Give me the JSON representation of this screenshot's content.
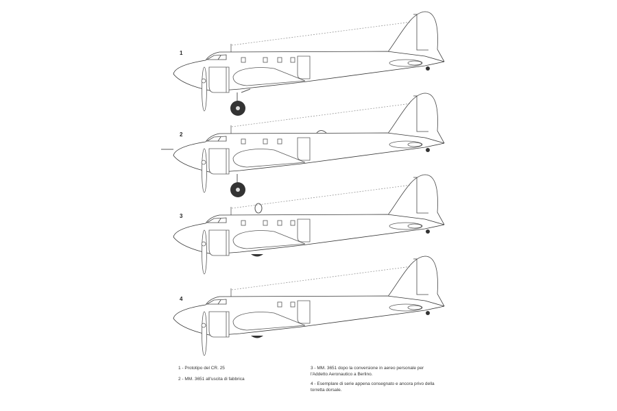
{
  "profiles": [
    {
      "number": "1",
      "caption": "1 - Prototipo del CR. 25",
      "gear": "down",
      "loop_antenna": false,
      "windows": 4
    },
    {
      "number": "2",
      "caption": "2 - MM. 3651 all'uscita di fabbrica",
      "gear": "down",
      "loop_antenna": false,
      "windows": 3
    },
    {
      "number": "3",
      "caption": "3 - MM. 3651 dopo la conversione in aereo personale per l'Addetto Aeronautico a Berlino.",
      "gear": "up",
      "loop_antenna": true,
      "windows": 4
    },
    {
      "number": "4",
      "caption": "4 - Esemplare di serie appena consegnato e ancora privo della torretta dorsale.",
      "gear": "up",
      "loop_antenna": false,
      "windows": 2
    }
  ]
}
